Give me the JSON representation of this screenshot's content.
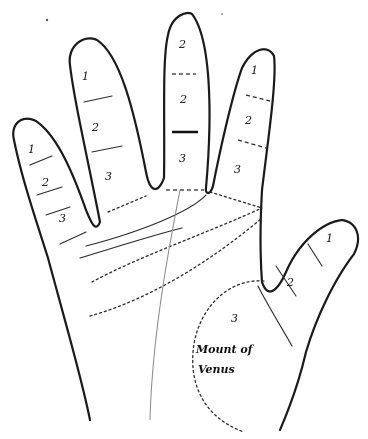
{
  "diagram": {
    "little_finger": {
      "phalanges": [
        "1",
        "2",
        "3"
      ]
    },
    "ring_finger": {
      "phalanges": [
        "1",
        "2",
        "3"
      ]
    },
    "middle_finger": {
      "phalanges": [
        "2",
        "2",
        "3"
      ]
    },
    "index_finger": {
      "phalanges": [
        "1",
        "2",
        "3"
      ]
    },
    "thumb": {
      "phalanges": [
        "1",
        "2",
        "3"
      ]
    },
    "mount_label": {
      "line1": "Mount of",
      "line2": "Venus"
    }
  }
}
